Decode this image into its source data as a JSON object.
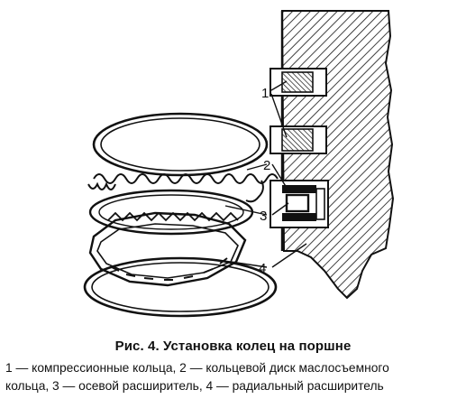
{
  "figure": {
    "caption_title": "Рис. 4. Установка колец на поршне",
    "legend_line_1": "1 — компрессионные кольца, 2 — кольцевой диск маслосъемного",
    "legend_line_2": "кольца, 3 — осевой расширитель, 4 — радиальный расширитель"
  },
  "callouts": {
    "label_1": "1",
    "label_2": "2",
    "label_3": "3",
    "label_4": "4"
  },
  "colors": {
    "ink": "#111111",
    "paper": "#ffffff"
  }
}
